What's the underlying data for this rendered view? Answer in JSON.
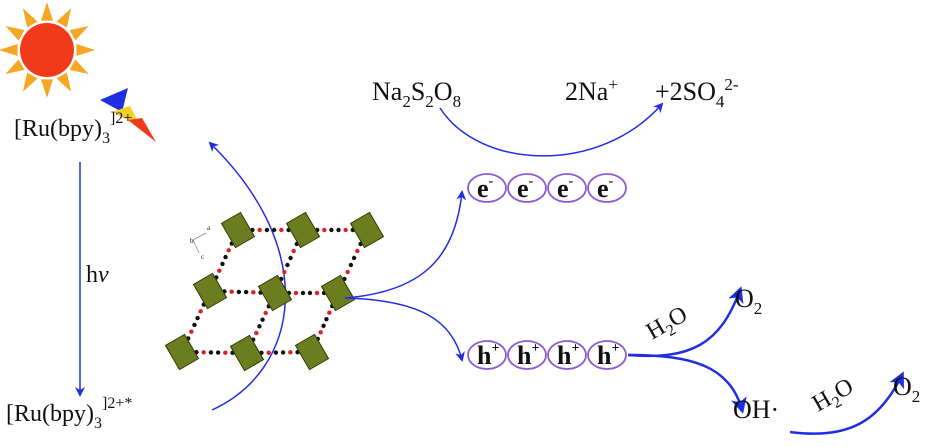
{
  "labels": {
    "ru_ground": "[Ru(bpy)",
    "ru_ground_sub": "3",
    "ru_ground_sup": "]2+",
    "hv_h": "h",
    "hv_nu": "ν",
    "ru_excited": "[Ru(bpy)",
    "ru_excited_sub": "3",
    "ru_excited_sup": "]2+*",
    "persulfate": "Na",
    "persulfate_sub1": "2",
    "persulfate_s": "S",
    "persulfate_sub2": "2",
    "persulfate_o": "O",
    "persulfate_sub3": "8",
    "sodium": "2Na",
    "sodium_sup": "+",
    "sulfate": "+2SO",
    "sulfate_sub": "4",
    "sulfate_sup": "2-",
    "water1": "H",
    "water1_sub": "2",
    "water1_o": "O",
    "oxygen1": "O",
    "oxygen1_sub": "2",
    "hydroxyl": "OH·",
    "water2": "H",
    "water2_sub": "2",
    "water2_o": "O",
    "oxygen2": "O",
    "oxygen2_sub": "2",
    "axis_a": "a",
    "axis_b": "b",
    "axis_c": "c"
  },
  "electrons": [
    {
      "base": "e",
      "sup": "-"
    },
    {
      "base": "e",
      "sup": "-"
    },
    {
      "base": "e",
      "sup": "-"
    },
    {
      "base": "e",
      "sup": "-"
    }
  ],
  "holes": [
    {
      "base": "h",
      "sup": "+"
    },
    {
      "base": "h",
      "sup": "+"
    },
    {
      "base": "h",
      "sup": "+"
    },
    {
      "base": "h",
      "sup": "+"
    }
  ],
  "colors": {
    "arrow": "#1f2ee0",
    "ellipse": "#8a5cd6",
    "sun_core": "#f03a1a",
    "sun_ray": "#f5a623",
    "mof": "#6b7d1e"
  }
}
